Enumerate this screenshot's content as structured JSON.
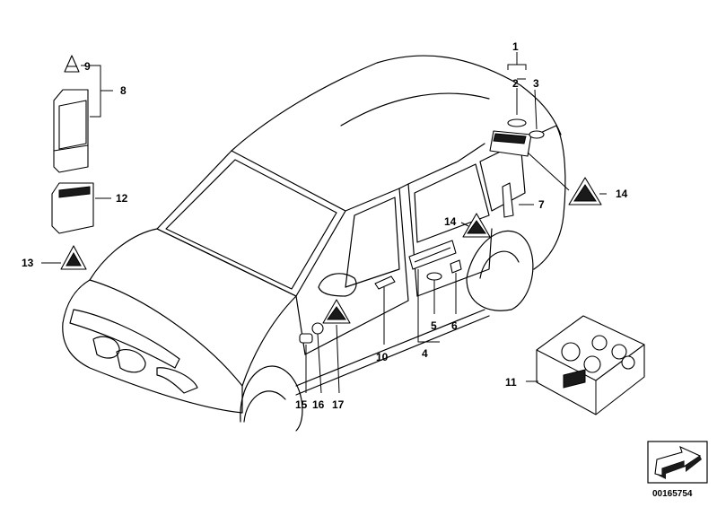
{
  "diagram": {
    "callouts": {
      "c1": "1",
      "c2": "2",
      "c3": "3",
      "c4": "4",
      "c5": "5",
      "c6": "6",
      "c7": "7",
      "c8": "8",
      "c9": "9",
      "c10": "10",
      "c11": "11",
      "c12": "12",
      "c13": "13",
      "c14a": "14",
      "c14b": "14",
      "c15": "15",
      "c16": "16",
      "c17": "17"
    },
    "doc_number": "00165754"
  }
}
